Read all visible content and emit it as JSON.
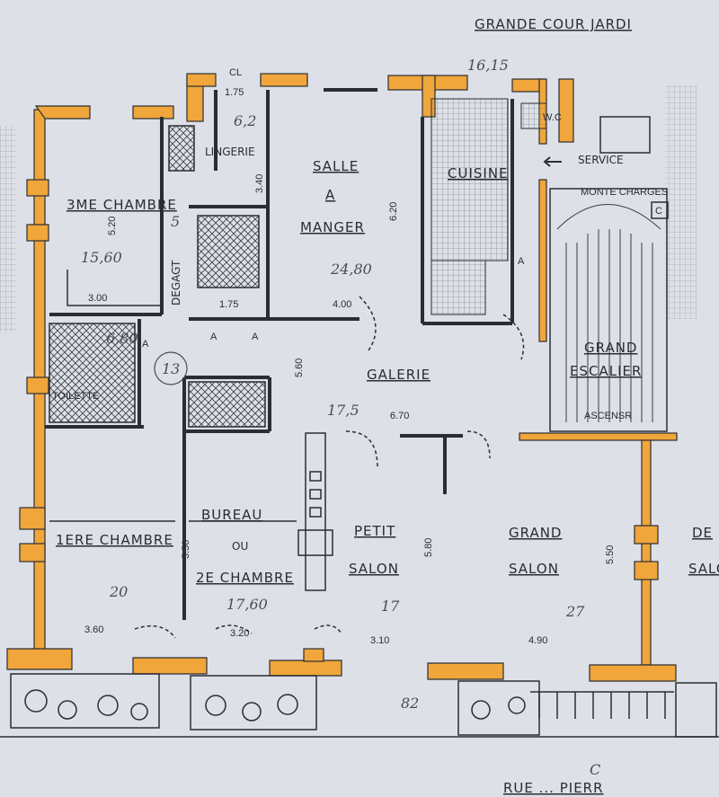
{
  "header": {
    "street_top": "GRANDE COUR JARDI"
  },
  "footer": {
    "street_bottom": "RUE ... PIERR"
  },
  "rooms": {
    "chambre3": "3ME CHAMBRE",
    "lingerie": "LINGERIE",
    "salle": "SALLE",
    "a": "A",
    "manger": "MANGER",
    "cuisine": "CUISINE",
    "service": "SERVICE",
    "monte_charges": "MONTE CHARGES",
    "degagt": "DEGAGT",
    "toilette": "TOILETTE",
    "galerie": "GALERIE",
    "grand_escalier_1": "GRAND",
    "grand_escalier_2": "ESCALIER",
    "ascenseur": "ASCENSR",
    "chambre1": "1ERE CHAMBRE",
    "bureau": "BUREAU",
    "ou": "OU",
    "chambre2": "2E CHAMBRE",
    "petit": "PETIT",
    "salon_petit": "SALON",
    "grand_salon_1": "GRAND",
    "grand_salon_2": "SALON",
    "de_salon_1": "DE",
    "de_salon_2": "SALO"
  },
  "dimensions": {
    "d_175_top": "1.75",
    "d_340": "3.40",
    "d_620": "6.20",
    "d_520": "5.20",
    "d_300": "3.00",
    "d_175_bot": "1.75",
    "d_400": "4.00",
    "d_560": "5.60",
    "d_670": "6.70",
    "d_550_a": "5.50",
    "d_580": "5.80",
    "d_550_b": "5.50",
    "d_360": "3.60",
    "d_320": "3.20",
    "d_310": "3.10",
    "d_490": "4.90",
    "cl": "CL",
    "wc": "W.C",
    "a1": "A",
    "a2": "A",
    "a3": "A",
    "a4": "A",
    "c": "C"
  },
  "handwritten": {
    "h_1615": "16,15",
    "h_62": "6,2",
    "h_1560": "15,60",
    "h_5": "5",
    "h_2480": "24,80",
    "h_680": "6,80",
    "h_13": "13",
    "h_175": "17,5",
    "h_20": "20",
    "h_1760": "17,60",
    "h_17": "17",
    "h_27": "27",
    "h_82": "82",
    "h_c": "C"
  }
}
